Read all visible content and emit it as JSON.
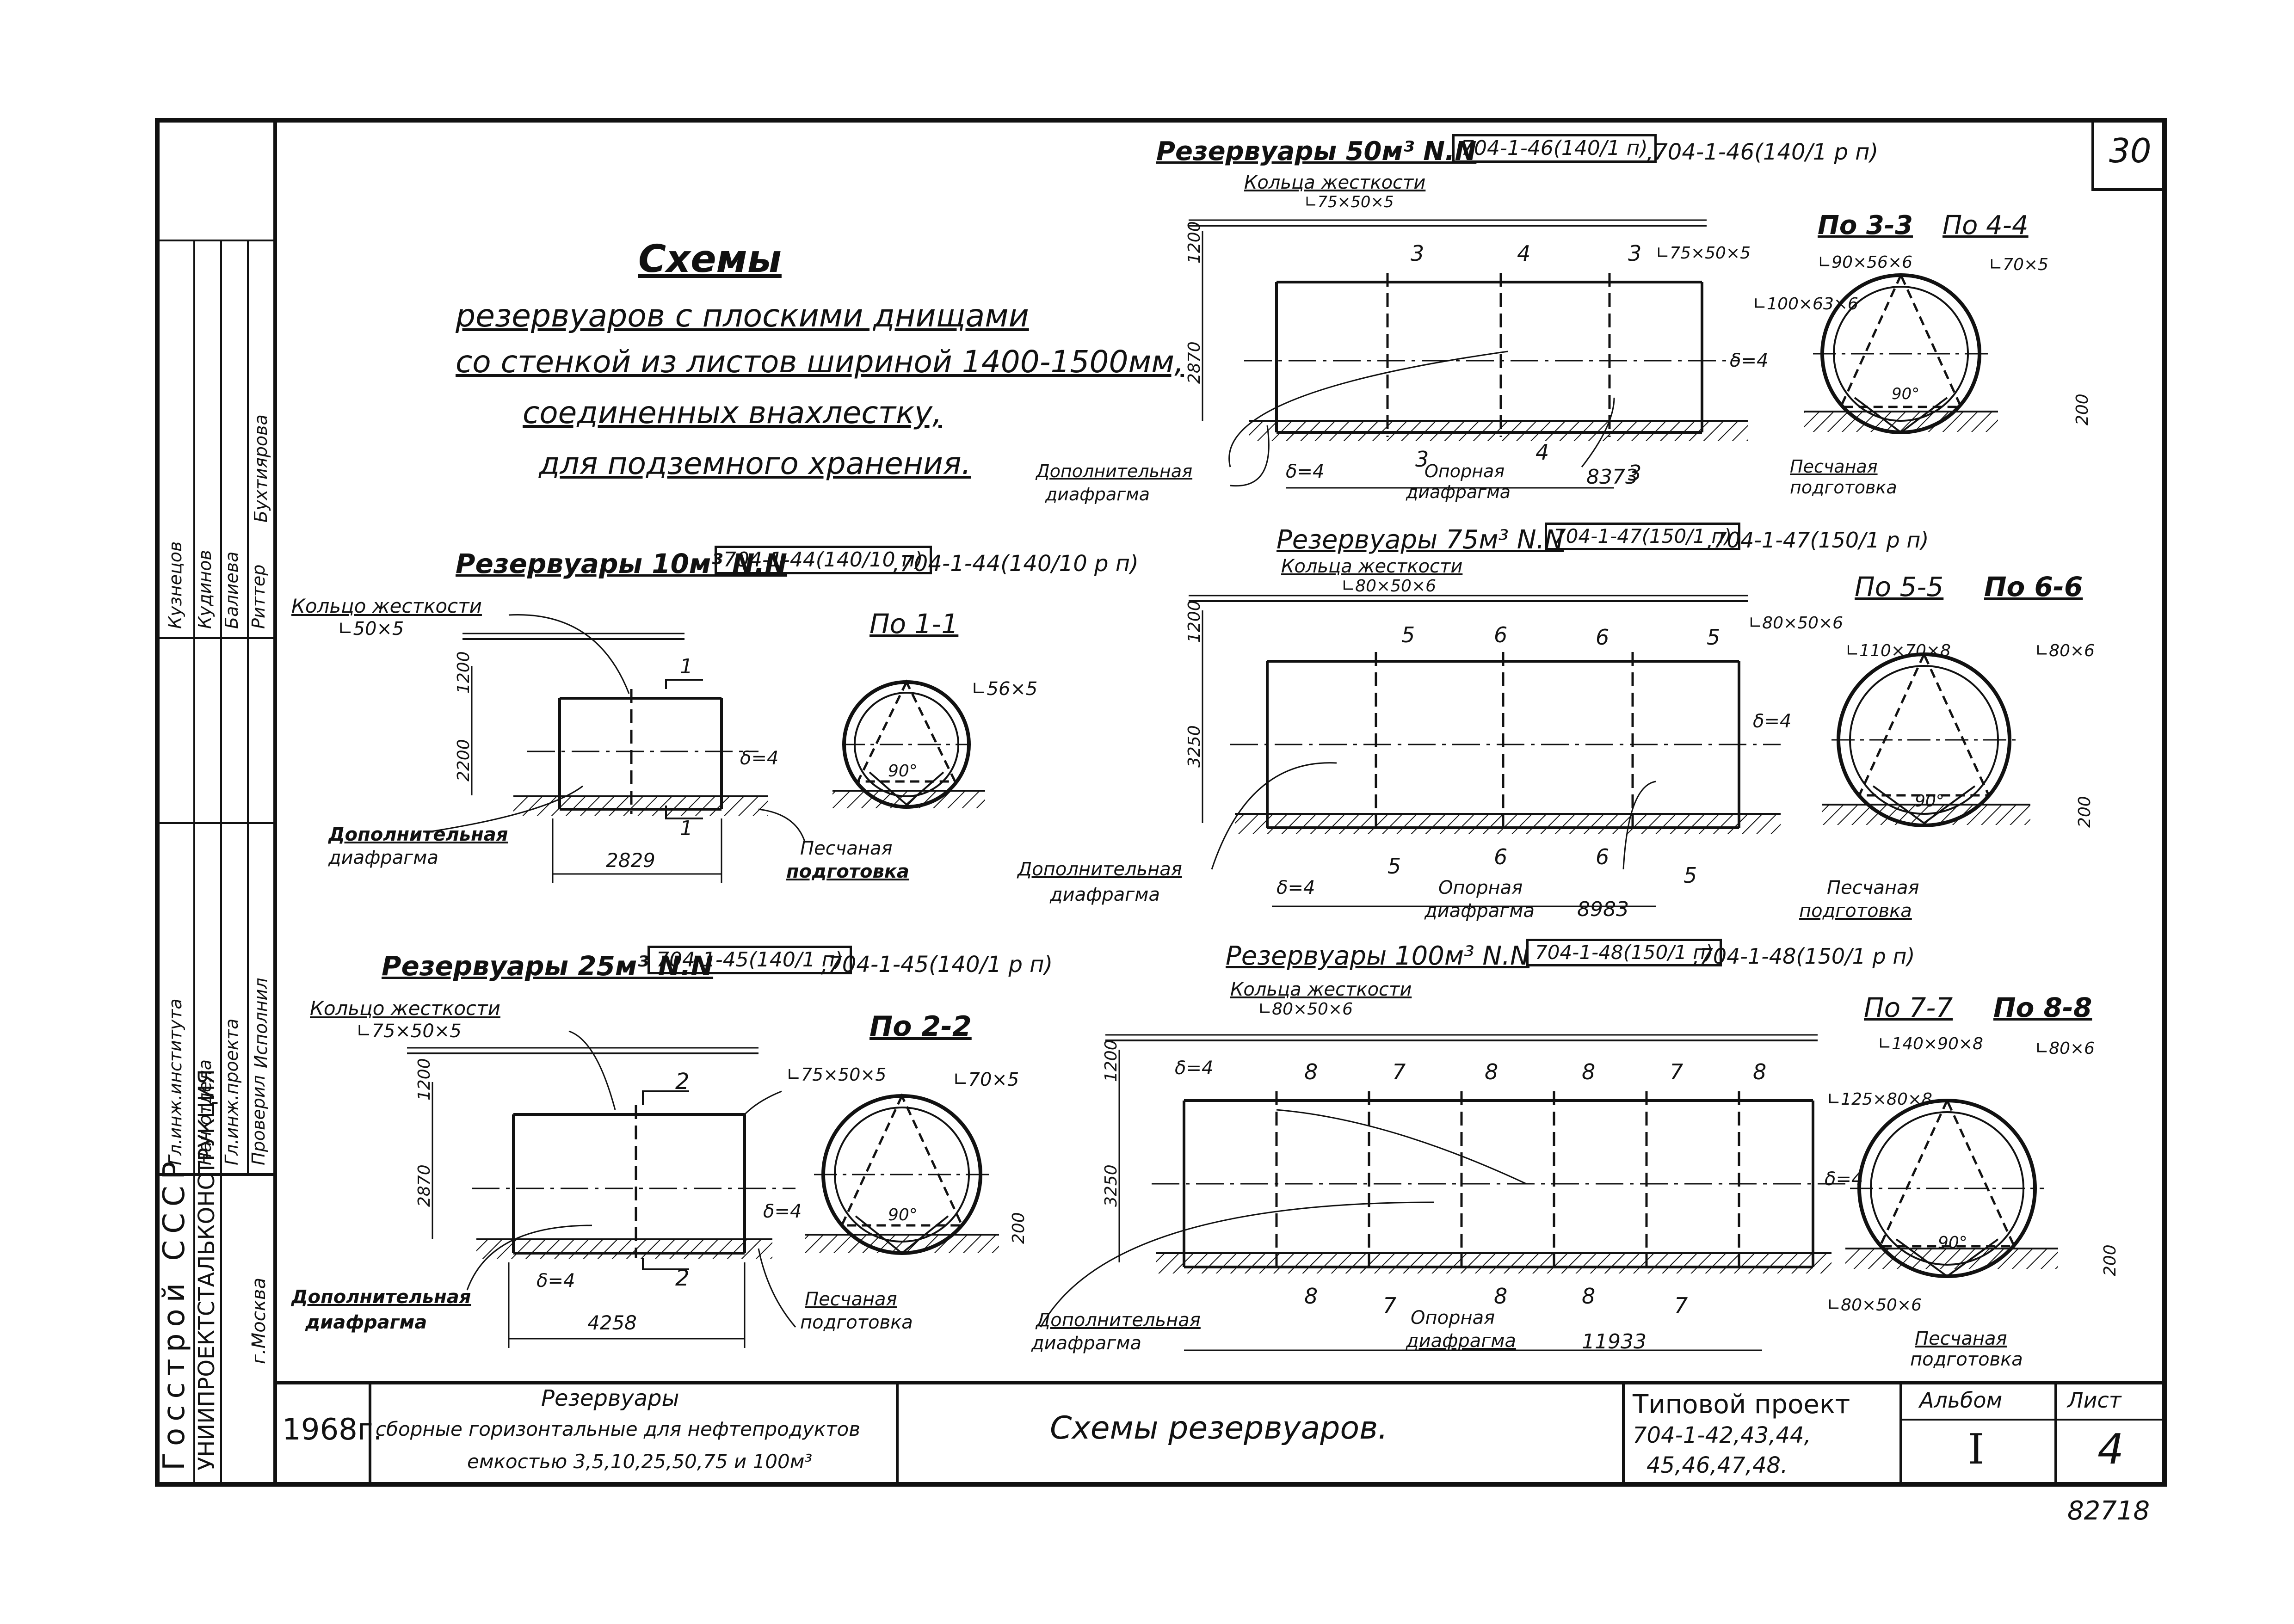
{
  "sheet": {
    "page_number": "30",
    "archive_number": "82718",
    "year": "1968г.",
    "main_title": [
      "Схемы",
      "резервуаров с плоскими днищами",
      "со стенкой из листов шириной 1400-1500мм,",
      "соединенных внахлестку,",
      "для подземного хранения."
    ]
  },
  "title_block": {
    "organization": [
      "Госстрой СССР",
      "УНИИПРОЕКТСТАЛЬКОНСТРУКЦИЯ",
      "г.Москва"
    ],
    "roles": [
      "Гл.инж.института",
      "Нач отдела",
      "Гл.инж.проекта",
      "Проверил",
      "Исполнил"
    ],
    "names": [
      "Кузнецов",
      "Кудинов",
      "Балиева",
      "Риттер",
      "Бухтиярова"
    ],
    "object_title": [
      "Резервуары",
      "сборные горизонтальные для нефтепродуктов",
      "емкостью 3,5,10,25,50,75 и 100м³"
    ],
    "sheet_title": "Схемы резервуаров.",
    "project_label": "Типовой проект",
    "project_numbers": [
      "704-1-42,43,44,",
      "45,46,47,48."
    ],
    "album_label": "Альбом",
    "album_value": "I",
    "sheet_label": "Лист",
    "sheet_value": "4"
  },
  "tanks": [
    {
      "id": "t10",
      "title": "Резервуары 10м³ N.N",
      "code_boxed": "704-1-44(140/10 п)",
      "code_alt": ",704-1-44(140/10 р п)",
      "ring_label": "Кольцо жесткости",
      "ring_profile": "∟50×5",
      "section_title": "По 1-1",
      "dim_height_top": "1200",
      "dim_diameter": "2200",
      "dim_length": "2829",
      "delta": "δ=4",
      "section_marks": [
        "1",
        "1"
      ],
      "circle_profile": "∟56×5",
      "angle": "90°",
      "diaphragm": [
        "Дополнительная",
        "диафрагма"
      ],
      "sand": [
        "Песчаная",
        "подготовка"
      ]
    },
    {
      "id": "t25",
      "title": "Резервуары 25м³ N.N",
      "code_boxed": "704-1-45(140/1 п)",
      "code_alt": ",704-1-45(140/1 р п)",
      "ring_label": "Кольцо жесткости",
      "ring_profile": "∟75×50×5",
      "section_title": "По 2-2",
      "dim_height_top": "1200",
      "dim_diameter": "2870",
      "dim_length": "4258",
      "dim_base": "200",
      "delta": "δ=4",
      "section_marks": [
        "2",
        "2"
      ],
      "shell_profile": "∟75×50×5",
      "circle_profile": "∟70×5",
      "angle": "90°",
      "diaphragm": [
        "Дополнительная",
        "диафрагма"
      ],
      "sand": [
        "Песчаная",
        "подготовка"
      ]
    },
    {
      "id": "t50",
      "title": "Резервуары 50м³ N.N",
      "code_boxed": "704-1-46(140/1 п)",
      "code_alt": ",704-1-46(140/1 р п)",
      "ring_label": "Кольца жесткости",
      "ring_profile": "∟75×50×5",
      "section_titles": [
        "По 3-3",
        "По 4-4"
      ],
      "dim_height_top": "1200",
      "dim_diameter": "2870",
      "dim_length": "8373",
      "dim_base": "200",
      "delta": "δ=4",
      "section_marks": [
        "3",
        "4",
        "3",
        "3",
        "4",
        "3"
      ],
      "shell_profile": "∟75×50×5",
      "circle_profiles": [
        "∟90×56×6",
        "∟100×63×6",
        "∟70×5"
      ],
      "angle": "90°",
      "support": [
        "Опорная",
        "диафрагма"
      ],
      "diaphragm": [
        "Дополнительная",
        "диафрагма"
      ],
      "sand": [
        "Песчаная",
        "подготовка"
      ]
    },
    {
      "id": "t75",
      "title": "Резервуары 75м³ N.N",
      "code_boxed": "704-1-47(150/1 п)",
      "code_alt": ",704-1-47(150/1 р п)",
      "ring_label": "Кольца жесткости",
      "ring_profile": "∟80×50×6",
      "section_titles": [
        "По 5-5",
        "По 6-6"
      ],
      "dim_height_top": "1200",
      "dim_diameter": "3250",
      "dim_length": "8983",
      "dim_base": "200",
      "delta": "δ=4",
      "section_marks": [
        "5",
        "6",
        "6",
        "5",
        "5",
        "6",
        "6",
        "5"
      ],
      "shell_profile": "∟80×50×6",
      "circle_profiles": [
        "∟110×70×8",
        "∟80×6"
      ],
      "angle": "90°",
      "support": [
        "Опорная",
        "диафрагма"
      ],
      "diaphragm": [
        "Дополнительная",
        "диафрагма"
      ],
      "sand": [
        "Песчаная",
        "подготовка"
      ]
    },
    {
      "id": "t100",
      "title": "Резервуары 100м³ N.N",
      "code_boxed": "704-1-48(150/1 п)",
      "code_alt": ",704-1-48(150/1 р п)",
      "ring_label": "Кольца жесткости",
      "ring_profile": "∟80×50×6",
      "section_titles": [
        "По 7-7",
        "По 8-8"
      ],
      "dim_height_top": "1200",
      "dim_diameter": "3250",
      "dim_length": "11933",
      "dim_base": "200",
      "delta": "δ=4",
      "section_marks": [
        "8",
        "7",
        "8",
        "8",
        "7",
        "8",
        "8",
        "7",
        "8",
        "8",
        "7"
      ],
      "shell_profile": "∟80×50×6",
      "circle_profiles": [
        "∟140×90×8",
        "∟125×80×8",
        "∟80×6"
      ],
      "angle": "90°",
      "support": [
        "Опорная",
        "диафрагма"
      ],
      "diaphragm": [
        "Дополнительная",
        "диафрагма"
      ],
      "sand": [
        "Песчаная",
        "подготовка"
      ]
    }
  ]
}
